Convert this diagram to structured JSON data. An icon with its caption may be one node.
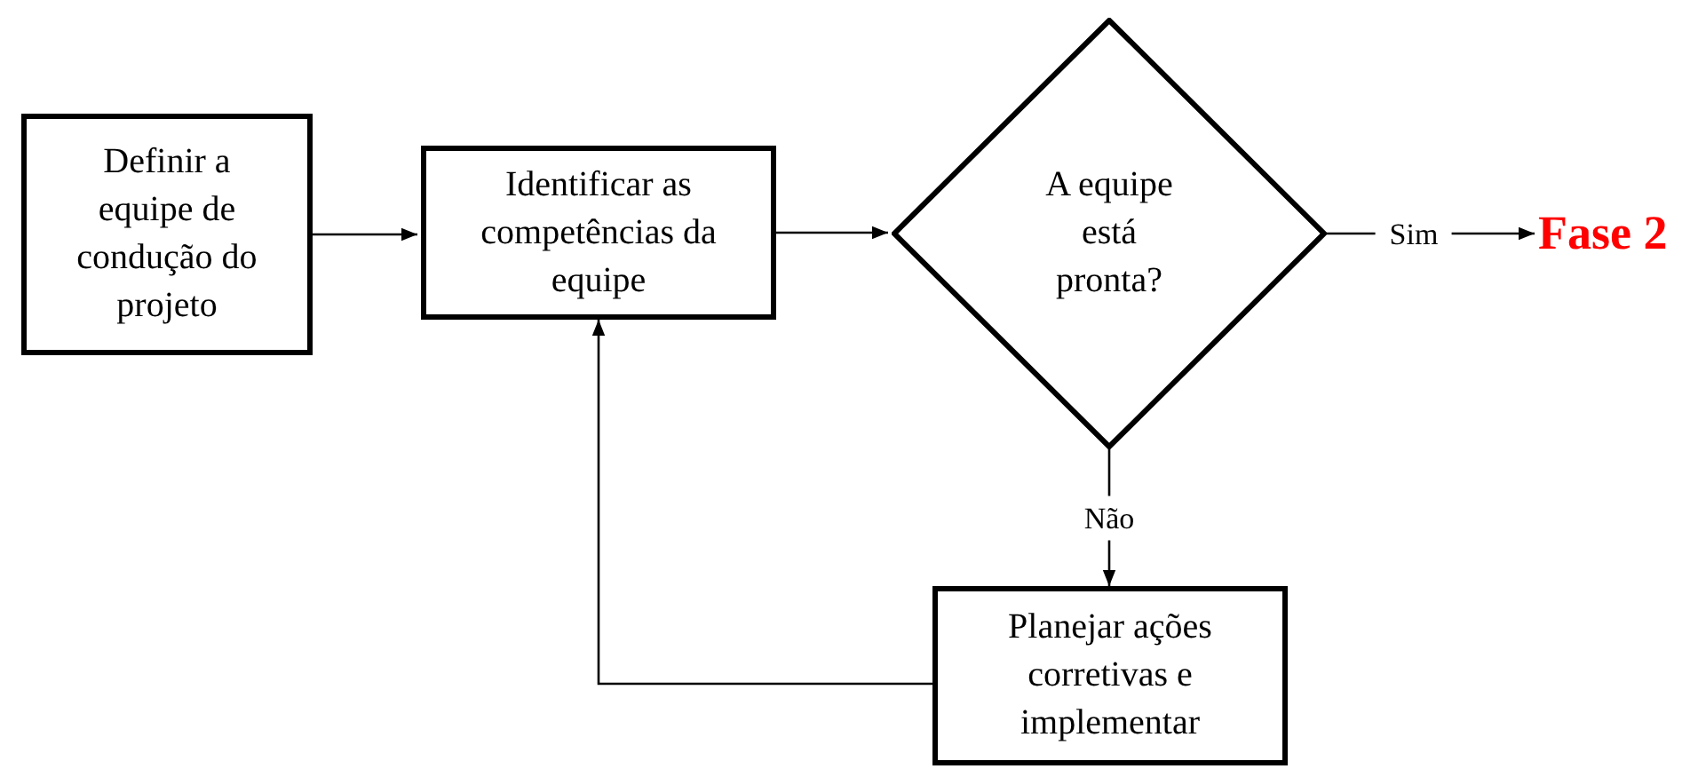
{
  "diagram": {
    "nodes": [
      {
        "text": [
          "Definir a equipe de condução do projeto"
        ]
      },
      {
        "text": [
          "Identificar as competências da equipe"
        ]
      },
      {
        "text": [
          "A equipe está pronta?"
        ]
      },
      {
        "text": [
          "Planejar ações corretivas e implementar"
        ]
      },
      {
        "text": [
          "Fase 2"
        ]
      }
    ],
    "edges": [
      {
        "from": 0,
        "to": 1,
        "arrow": "to"
      },
      {
        "from": 1,
        "to": 2,
        "arrow": "to"
      },
      {
        "from": 2,
        "to": 4,
        "arrow": "to",
        "label": "Sim"
      },
      {
        "from": 2,
        "to": 3,
        "arrow": "to",
        "label": "Não"
      },
      {
        "from": 3,
        "to": 1,
        "arrow": "to"
      }
    ]
  }
}
